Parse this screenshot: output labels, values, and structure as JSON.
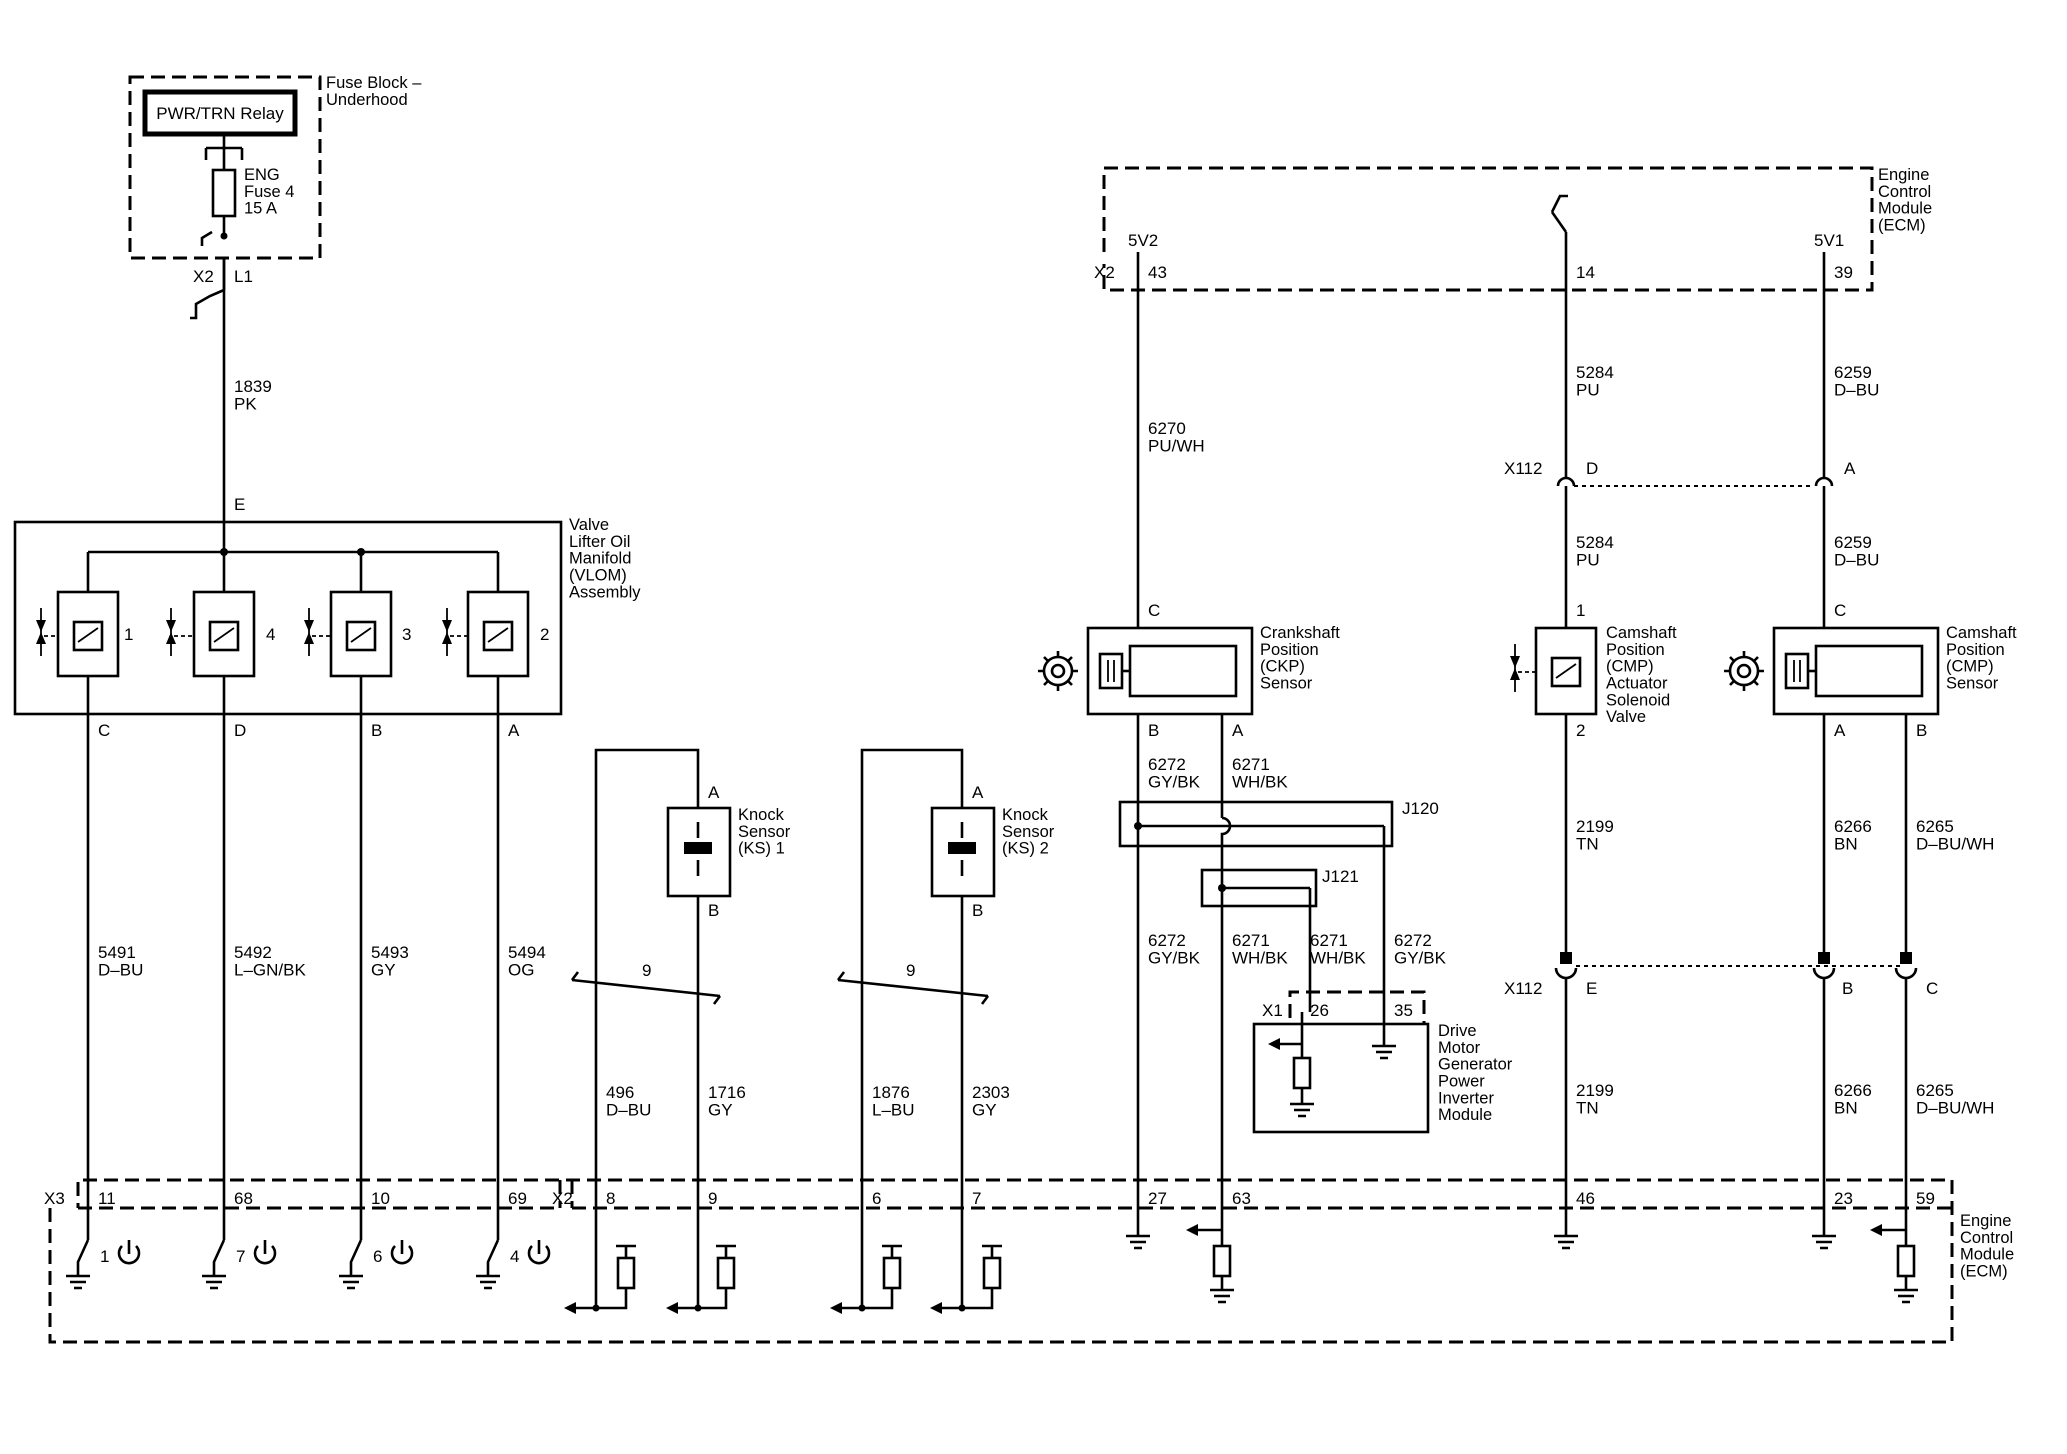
{
  "modules": {
    "fuse_block": "Fuse Block –\nUnderhood",
    "relay": "PWR/TRN Relay",
    "fuse": "ENG\nFuse 4\n15 A",
    "vlom": "Valve\nLifter Oil\nManifold\n(VLOM)\nAssembly",
    "ecm_top": "Engine\nControl\nModule\n(ECM)",
    "ecm_bottom": "Engine\nControl\nModule\n(ECM)",
    "ckp": "Crankshaft\nPosition\n(CKP)\nSensor",
    "cmp_actuator": "Camshaft\nPosition\n(CMP)\nActuator\nSolenoid\nValve",
    "cmp_sensor": "Camshaft\nPosition\n(CMP)\nSensor",
    "ks1": "Knock\nSensor\n(KS) 1",
    "ks2": "Knock\nSensor\n(KS) 2",
    "dmgpim": "Drive\nMotor\nGenerator\nPower\nInverter\nModule",
    "j120": "J120",
    "j121": "J121"
  },
  "connectors": {
    "x2": "X2",
    "x3": "X3",
    "x1": "X1",
    "x112": "X112",
    "l1": "L1",
    "v5v2": "5V2",
    "v5v1": "5V1"
  },
  "pins": {
    "fuse_e": "E",
    "vlom_c": "C",
    "vlom_d": "D",
    "vlom_b": "B",
    "vlom_a": "A",
    "sol1": "1",
    "sol4": "4",
    "sol3": "3",
    "sol2": "2",
    "ecm_43": "43",
    "ecm_14": "14",
    "ecm_39": "39",
    "x112_d": "D",
    "x112_a": "A",
    "x112_e": "E",
    "x112_b": "B",
    "x112_c": "C",
    "ckp_c": "C",
    "ckp_b": "B",
    "ckp_a": "A",
    "act_1": "1",
    "act_2": "2",
    "cmp_c": "C",
    "cmp_a": "A",
    "cmp_b": "B",
    "ks1_a": "A",
    "ks1_b": "B",
    "ks2_a": "A",
    "ks2_b": "B",
    "dm_26": "26",
    "dm_35": "35",
    "ecm_11": "11",
    "ecm_68": "68",
    "ecm_10": "10",
    "ecm_69": "69",
    "ecm_8": "8",
    "ecm_9": "9",
    "ecm_6": "6",
    "ecm_7": "7",
    "ecm_27": "27",
    "ecm_63": "63",
    "ecm_46": "46",
    "ecm_23": "23",
    "ecm_59": "59",
    "drv1": "1",
    "drv7": "7",
    "drv6": "6",
    "drv4": "4",
    "shield1": "9",
    "shield2": "9"
  },
  "wires": {
    "w1839": "1839\nPK",
    "w6270": "6270\nPU/WH",
    "w5284a": "5284\nPU",
    "w5284b": "5284\nPU",
    "w6259a": "6259\nD–BU",
    "w6259b": "6259\nD–BU",
    "w6272a": "6272\nGY/BK",
    "w6271a": "6271\nWH/BK",
    "w6272b": "6272\nGY/BK",
    "w6271b": "6271\nWH/BK",
    "w6271c": "6271\nWH/BK",
    "w6272c": "6272\nGY/BK",
    "w2199a": "2199\nTN",
    "w2199b": "2199\nTN",
    "w6266a": "6266\nBN",
    "w6266b": "6266\nBN",
    "w6265a": "6265\nD–BU/WH",
    "w6265b": "6265\nD–BU/WH",
    "w5491": "5491\nD–BU",
    "w5492": "5492\nL–GN/BK",
    "w5493": "5493\nGY",
    "w5494": "5494\nOG",
    "w496": "496\nD–BU",
    "w1716": "1716\nGY",
    "w1876": "1876\nL–BU",
    "w2303": "2303\nGY"
  }
}
